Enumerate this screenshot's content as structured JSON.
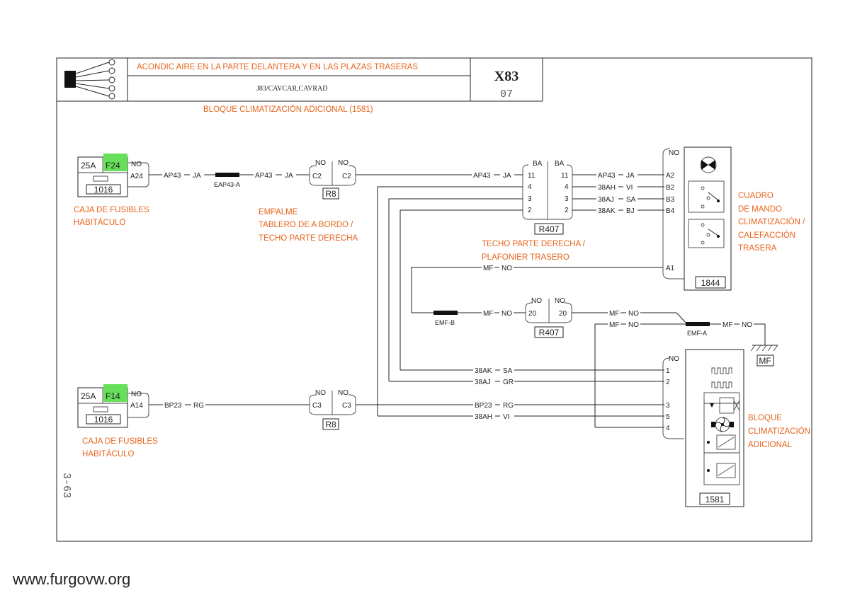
{
  "title_block": {
    "title": "ACONDIC AIRE EN LA PARTE DELANTERA Y EN LAS PLAZAS TRASERAS",
    "variant": "J83/CAVCAR,CAVRAD",
    "code": "X83",
    "sheet": "07",
    "subtitle": "BLOQUE CLIMATIZACIÓN ADICIONAL (1581)"
  },
  "components": {
    "fusebox_top": {
      "rating": "25A",
      "fuse": "F24",
      "pin": "A24",
      "id": "1016",
      "label1": "CAJA DE FUSIBLES",
      "label2": "HABITÁCULO"
    },
    "fusebox_bottom": {
      "rating": "25A",
      "fuse": "F14",
      "pin": "A14",
      "id": "1016",
      "label1": "CAJA DE FUSIBLES",
      "label2": "HABITÁCULO"
    },
    "splice_eap43": "EAP43-A",
    "r8_top": {
      "left": "C2",
      "right": "C2",
      "id": "R8"
    },
    "r8_bottom": {
      "left": "C3",
      "right": "C3",
      "id": "R8"
    },
    "empalme": {
      "l1": "EMPALME",
      "l2": "TABLERO DE A BORDO /",
      "l3": "TECHO PARTE DERECHA"
    },
    "r407": {
      "id": "R407",
      "col": "BA",
      "pins": [
        "11",
        "4",
        "3",
        "2"
      ]
    },
    "r407_label": {
      "l1": "TECHO PARTE DERECHA /",
      "l2": "PLAFONIER TRASERO"
    },
    "r407b": {
      "pin": "20",
      "id": "R407"
    },
    "c1844": {
      "id": "1844",
      "pins": [
        "A2",
        "B2",
        "B3",
        "B4",
        "A1"
      ],
      "l1": "CUADRO",
      "l2": "DE MANDO",
      "l3": "CLIMATIZACIÓN /",
      "l4": "CALEFACCIÓN",
      "l5": "TRASERA"
    },
    "c1581": {
      "id": "1581",
      "pins": [
        "1",
        "2",
        "3",
        "5",
        "4"
      ],
      "l1": "BLOQUE",
      "l2": "CLIMATIZACIÓN",
      "l3": "ADICIONAL"
    },
    "emf_b": "EMF-B",
    "emf_a": "EMF-A",
    "ground": "MF"
  },
  "wires": {
    "ap43": "AP43",
    "ja": "JA",
    "bp23": "BP23",
    "rg": "RG",
    "w38ah": "38AH",
    "vi": "VI",
    "w38aj": "38AJ",
    "sa": "SA",
    "w38ak": "38AK",
    "bj": "BJ",
    "gr": "GR",
    "mf": "MF",
    "no": "NO",
    "ba": "BA"
  },
  "side_ref": "3-63",
  "watermark": "www.furgovw.org"
}
